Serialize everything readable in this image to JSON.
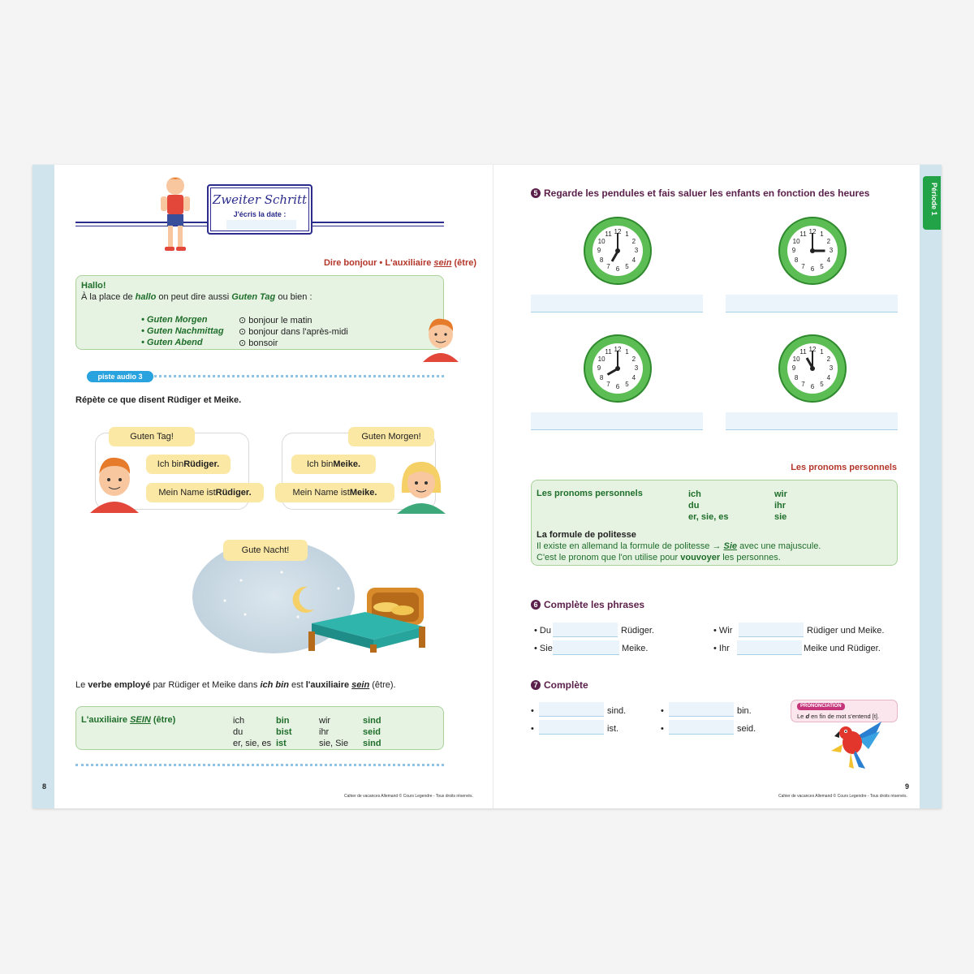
{
  "left_page": {
    "header_title": "Zweiter Schritt",
    "date_label": "J'écris la date :",
    "section_title_1": "Dire bonjour",
    "section_title_sep": " • ",
    "section_title_2": "L'auxiliaire ",
    "section_title_sein": "sein",
    "section_title_3": " (être)",
    "hallo_box": {
      "title": "Hallo!",
      "line_1": "À la place de ",
      "line_hallo": "hallo",
      "line_2": " on peut dire aussi ",
      "line_guten_tag": "Guten Tag",
      "line_3": " ou bien :",
      "items": [
        {
          "de": "• Guten Morgen",
          "fr": "⊙ bonjour le matin"
        },
        {
          "de": "• Guten Nachmittag",
          "fr": "⊙ bonjour dans l'après-midi"
        },
        {
          "de": "• Guten Abend",
          "fr": "⊙ bonsoir"
        }
      ]
    },
    "audio_label": "piste audio 3",
    "instruction": "Répète ce que disent Rüdiger et Meike.",
    "bubbles": {
      "guten_tag": "Guten Tag!",
      "ich_bin_r_pre": "Ich bin ",
      "ich_bin_r_name": "Rüdiger.",
      "mein_name_r_pre": "Mein Name ist ",
      "mein_name_r_name": "Rüdiger.",
      "guten_morgen": "Guten Morgen!",
      "ich_bin_m_pre": "Ich bin ",
      "ich_bin_m_name": "Meike.",
      "mein_name_m_pre": "Mein Name ist ",
      "mein_name_m_name": "Meike.",
      "gute_nacht": "Gute Nacht!"
    },
    "verb_sentence": {
      "p1": "Le ",
      "p2": "verbe employé",
      "p3": " par Rüdiger et Meike dans ",
      "p4": "ich bin",
      "p5": " est ",
      "p6": "l'auxiliaire ",
      "p7": "sein",
      "p8": " (être)."
    },
    "sein_box": {
      "title_1": "L'auxiliaire ",
      "title_sein": "SEIN",
      "title_2": " (être)",
      "col1": [
        "ich",
        "du",
        "er, sie, es"
      ],
      "col2": [
        "bin",
        "bist",
        "ist"
      ],
      "col3": [
        "wir",
        "ihr",
        "sie, Sie"
      ],
      "col4": [
        "sind",
        "seid",
        "sind"
      ]
    },
    "page_number": "8",
    "footer": "Cahier de vacances Allemand © Cours Legendre - Tous droits réservés."
  },
  "right_page": {
    "tab_label": "Période 1",
    "ex5_number": "5",
    "ex5_title": "Regarde les pendules et fais saluer les enfants en fonction des heures",
    "clocks": [
      {
        "hour": 7,
        "minute": 0
      },
      {
        "hour": 3,
        "minute": 0
      },
      {
        "hour": 8,
        "minute": 0
      },
      {
        "hour": 11,
        "minute": 0
      }
    ],
    "pronouns_header": "Les pronoms personnels",
    "pronouns_box": {
      "title": "Les pronoms personnels",
      "col1": [
        "ich",
        "du",
        "er, sie, es"
      ],
      "col2": [
        "wir",
        "ihr",
        "sie"
      ],
      "formula_title": "La formule de politesse",
      "formula_line_1a": "Il existe en allemand la formule de politesse → ",
      "formula_sie": "Sie",
      "formula_line_1b": " avec une majuscule.",
      "formula_line_2a": "C'est le pronom que l'on utilise pour ",
      "formula_vouvoyer": "vouvoyer",
      "formula_line_2b": " les personnes."
    },
    "ex6_number": "6",
    "ex6_title": "Complète les phrases",
    "ex6_rows": [
      {
        "pre": "• Du",
        "post": "Rüdiger."
      },
      {
        "pre": "• Sie",
        "post": "Meike."
      },
      {
        "pre": "• Wir",
        "post": "Rüdiger und Meike."
      },
      {
        "pre": "• Ihr",
        "post": "Meike und Rüdiger."
      }
    ],
    "ex7_number": "7",
    "ex7_title": "Complète",
    "ex7_rows": [
      {
        "pre": "•",
        "post": "sind."
      },
      {
        "pre": "•",
        "post": "ist."
      },
      {
        "pre": "•",
        "post": "bin."
      },
      {
        "pre": "•",
        "post": "seid."
      }
    ],
    "pron_badge": "PRONONCIATION",
    "pron_text_1": "Le ",
    "pron_d": "d",
    "pron_text_2": " en fin de mot s'entend [t].",
    "page_number": "9",
    "footer": "Cahier de vacances Allemand © Cours Legendre - Tous droits réservés."
  },
  "colors": {
    "accent_green": "#1f6f2b",
    "accent_red": "#b4362a",
    "accent_purple": "#5a1f4a",
    "audio_blue": "#29a3df",
    "tab_green": "#22a347"
  }
}
